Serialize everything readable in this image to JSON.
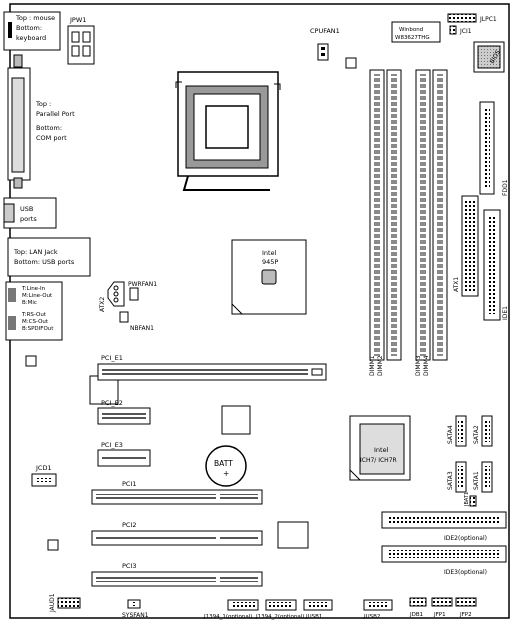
{
  "board": {
    "jpw1": "JPW1",
    "cpufan1": "CPUFAN1",
    "winbond": "Winbond",
    "winbond_model": "W83627THG",
    "jlpc1": "JLPC1",
    "jci1": "JCI1",
    "bios": "BIOS",
    "mouse_kbd_1": "Top : mouse",
    "mouse_kbd_2": "Bottom:",
    "mouse_kbd_3": "keyboard",
    "parallel_1": "Top :",
    "parallel_2": "Parallel Port",
    "parallel_3": "Bottom:",
    "parallel_4": "COM port",
    "usb_1": "USB",
    "usb_2": "ports",
    "lan_1": "Top: LAN Jack",
    "lan_2": "Bottom: USB ports",
    "audio_1": "T:Line-In",
    "audio_2": "M:Line-Out",
    "audio_3": "B:Mic",
    "audio_4": "T:RS-Out",
    "audio_5": "M:CS-Out",
    "audio_6": "B:SPDIFOut",
    "intel_1": "Intel",
    "intel_2": "945P",
    "atx2": "ATX2",
    "pwrfan1": "PWRFAN1",
    "nbfan1": "NBFAN1",
    "fdd1": "FDD1",
    "atx1": "ATX1",
    "ide1": "IDE1",
    "dimm1": "DIMM1",
    "dimm2": "DIMM2",
    "dimm3": "DIMM3",
    "dimm4": "DIMM4",
    "pci_e1": "PCI_E1",
    "pci_e2": "PCI_E2",
    "pci_e3": "PCI_E3",
    "batt_1": "BATT",
    "batt_2": "+",
    "ich_1": "Intel",
    "ich_2": "ICH7/ ICH7R",
    "sata4": "SATA4",
    "sata2": "SATA2",
    "sata3": "SATA3",
    "sata1": "SATA1",
    "jbat1": "JBAT1",
    "jcd1": "JCD1",
    "pci1": "PCI1",
    "pci2": "PCI2",
    "pci3": "PCI3",
    "ide2": "IDE2(optional)",
    "ide3": "IDE3(optional)",
    "jaud1": "JAUD1",
    "sysfan1": "SYSFAN1",
    "j1394_1": "J1394_1(optional)",
    "j1394_2": "J1394_2(optional)",
    "jusb1": "JUSB1",
    "jusb2": "JUSB2",
    "jdb1": "JDB1",
    "jfp1": "JFP1",
    "jfp2": "JFP2"
  }
}
